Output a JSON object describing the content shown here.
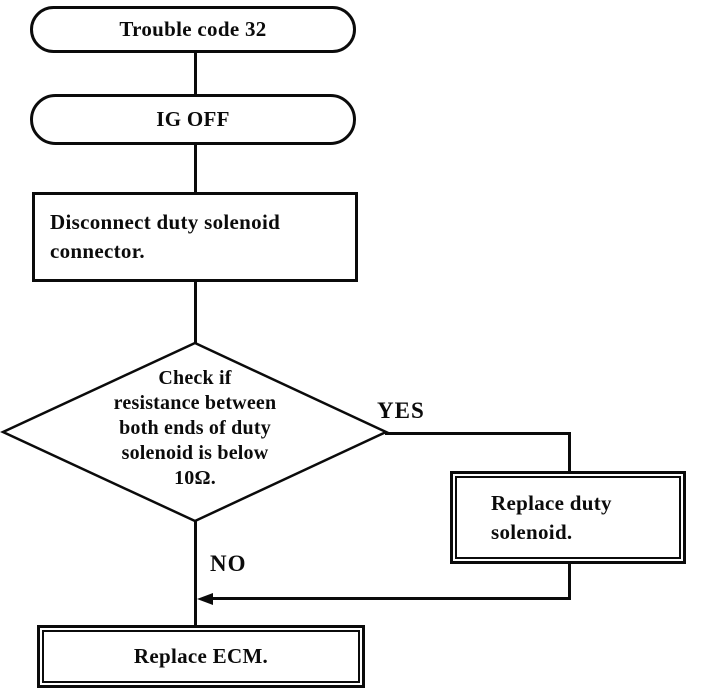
{
  "page": {
    "background": "#ffffff",
    "ink": "#0b0b0b",
    "kind": "troubleshooting-flowchart"
  },
  "flowchart": {
    "start": {
      "label": "Trouble code 32"
    },
    "ig_off": {
      "label": "IG OFF"
    },
    "disconnect": {
      "lines": [
        "Disconnect duty solenoid",
        "connector."
      ]
    },
    "decision": {
      "lines": [
        "Check if",
        "resistance between",
        "both ends of duty",
        "solenoid is below",
        "10Ω."
      ]
    },
    "yes_label": "YES",
    "no_label": "NO",
    "replace_solenoid": {
      "lines": [
        "Replace duty",
        "solenoid."
      ]
    },
    "replace_ecm": {
      "label": "Replace ECM."
    }
  }
}
